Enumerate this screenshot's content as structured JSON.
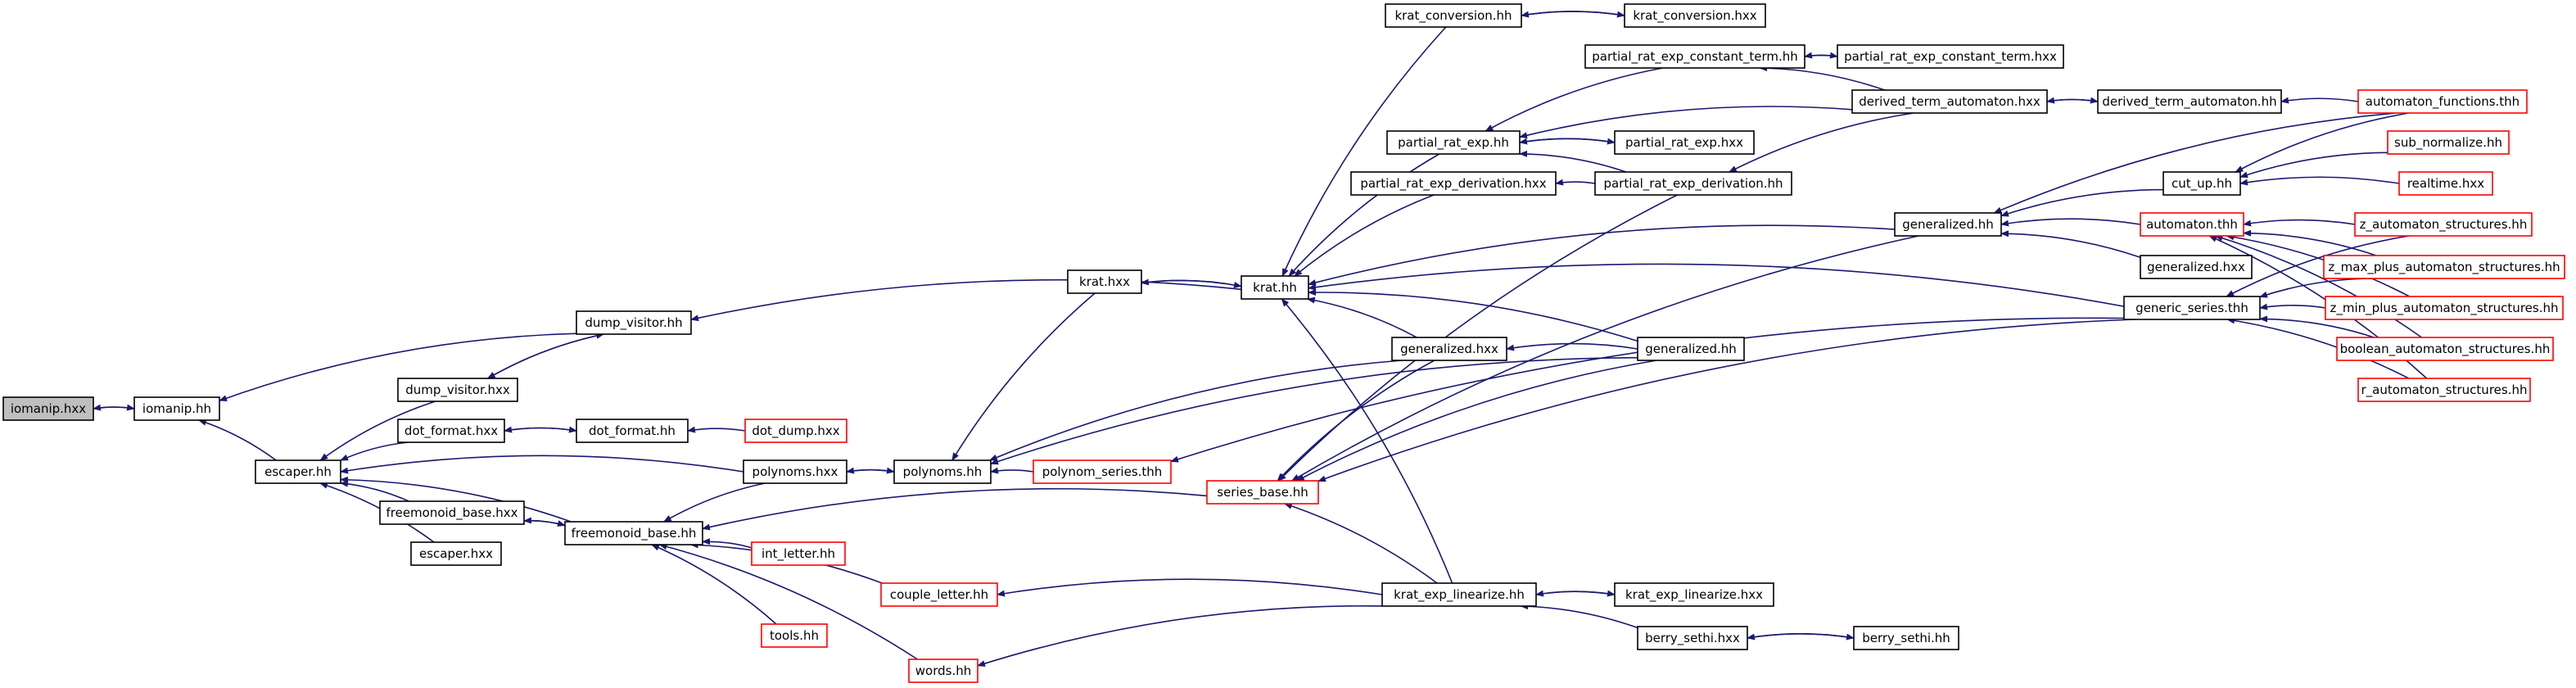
{
  "colors": {
    "edge": "#191970",
    "box_normal": "#000000",
    "box_external": "#ff0000",
    "fill_normal": "#ffffff",
    "fill_highlight": "#bfbfbf"
  },
  "nodes": [
    {
      "id": "n_iomanip_hxx",
      "label": "iomanip.hxx",
      "style": "highlight"
    },
    {
      "id": "n_iomanip_hh",
      "label": "iomanip.hh",
      "style": "normal"
    },
    {
      "id": "n_escaper_hh",
      "label": "escaper.hh",
      "style": "normal"
    },
    {
      "id": "n_dump_visitor_hxx",
      "label": "dump_visitor.hxx",
      "style": "normal"
    },
    {
      "id": "n_dump_visitor_hh",
      "label": "dump_visitor.hh",
      "style": "normal"
    },
    {
      "id": "n_dot_format_hxx",
      "label": "dot_format.hxx",
      "style": "normal"
    },
    {
      "id": "n_dot_format_hh",
      "label": "dot_format.hh",
      "style": "normal"
    },
    {
      "id": "n_dot_dump_hxx",
      "label": "dot_dump.hxx",
      "style": "external"
    },
    {
      "id": "n_freemonoid_base_hxx",
      "label": "freemonoid_base.hxx",
      "style": "normal"
    },
    {
      "id": "n_freemonoid_base_hh",
      "label": "freemonoid_base.hh",
      "style": "normal"
    },
    {
      "id": "n_escaper_hxx",
      "label": "escaper.hxx",
      "style": "normal"
    },
    {
      "id": "n_int_letter_hh",
      "label": "int_letter.hh",
      "style": "external"
    },
    {
      "id": "n_couple_letter_hh",
      "label": "couple_letter.hh",
      "style": "external"
    },
    {
      "id": "n_tools_hh",
      "label": "tools.hh",
      "style": "external"
    },
    {
      "id": "n_words_hh",
      "label": "words.hh",
      "style": "external"
    },
    {
      "id": "n_polynoms_hxx",
      "label": "polynoms.hxx",
      "style": "normal"
    },
    {
      "id": "n_polynoms_hh",
      "label": "polynoms.hh",
      "style": "normal"
    },
    {
      "id": "n_polynom_series_thh",
      "label": "polynom_series.thh",
      "style": "external"
    },
    {
      "id": "n_krat_hxx",
      "label": "krat.hxx",
      "style": "normal"
    },
    {
      "id": "n_krat_hh",
      "label": "krat.hh",
      "style": "normal"
    },
    {
      "id": "n_series_base_hh",
      "label": "series_base.hh",
      "style": "external"
    },
    {
      "id": "n_krat_conversion_hh",
      "label": "krat_conversion.hh",
      "style": "normal"
    },
    {
      "id": "n_krat_conversion_hxx",
      "label": "krat_conversion.hxx",
      "style": "normal"
    },
    {
      "id": "n_partial_rat_exp_hh",
      "label": "partial_rat_exp.hh",
      "style": "normal"
    },
    {
      "id": "n_partial_rat_exp_derivation_hxx",
      "label": "partial_rat_exp_derivation.hxx",
      "style": "normal"
    },
    {
      "id": "n_generalized_hxx_mid",
      "label": "generalized.hxx",
      "style": "normal"
    },
    {
      "id": "n_krat_exp_linearize_hh",
      "label": "krat_exp_linearize.hh",
      "style": "normal"
    },
    {
      "id": "n_partial_rat_exp_constant_term_hh",
      "label": "partial_rat_exp_constant_term.hh",
      "style": "normal"
    },
    {
      "id": "n_partial_rat_exp_hxx",
      "label": "partial_rat_exp.hxx",
      "style": "normal"
    },
    {
      "id": "n_partial_rat_exp_derivation_hh",
      "label": "partial_rat_exp_derivation.hh",
      "style": "normal"
    },
    {
      "id": "n_generalized_hh_mid",
      "label": "generalized.hh",
      "style": "normal"
    },
    {
      "id": "n_krat_exp_linearize_hxx",
      "label": "krat_exp_linearize.hxx",
      "style": "normal"
    },
    {
      "id": "n_berry_sethi_hxx",
      "label": "berry_sethi.hxx",
      "style": "normal"
    },
    {
      "id": "n_berry_sethi_hh",
      "label": "berry_sethi.hh",
      "style": "normal"
    },
    {
      "id": "n_partial_rat_exp_constant_term_hxx",
      "label": "partial_rat_exp_constant_term.hxx",
      "style": "normal"
    },
    {
      "id": "n_derived_term_automaton_hxx",
      "label": "derived_term_automaton.hxx",
      "style": "normal"
    },
    {
      "id": "n_derived_term_automaton_hh",
      "label": "derived_term_automaton.hh",
      "style": "normal"
    },
    {
      "id": "n_generalized_hh_right",
      "label": "generalized.hh",
      "style": "normal"
    },
    {
      "id": "n_generalized_hxx_right",
      "label": "generalized.hxx",
      "style": "normal"
    },
    {
      "id": "n_generic_series_thh",
      "label": "generic_series.thh",
      "style": "normal"
    },
    {
      "id": "n_cut_up_hh",
      "label": "cut_up.hh",
      "style": "normal"
    },
    {
      "id": "n_automaton_thh",
      "label": "automaton.thh",
      "style": "external"
    },
    {
      "id": "n_automaton_functions_thh",
      "label": "automaton_functions.thh",
      "style": "external"
    },
    {
      "id": "n_sub_normalize_hh",
      "label": "sub_normalize.hh",
      "style": "external"
    },
    {
      "id": "n_realtime_hxx",
      "label": "realtime.hxx",
      "style": "external"
    },
    {
      "id": "n_z_automaton_structures_hh",
      "label": "z_automaton_structures.hh",
      "style": "external"
    },
    {
      "id": "n_z_max_plus_automaton_structures_hh",
      "label": "z_max_plus_automaton_structures.hh",
      "style": "external"
    },
    {
      "id": "n_z_min_plus_automaton_structures_hh",
      "label": "z_min_plus_automaton_structures.hh",
      "style": "external"
    },
    {
      "id": "n_boolean_automaton_structures_hh",
      "label": "boolean_automaton_structures.hh",
      "style": "external"
    },
    {
      "id": "n_r_automaton_structures_hh",
      "label": "r_automaton_structures.hh",
      "style": "external"
    }
  ],
  "edges": [
    [
      "n_iomanip_hh",
      "n_iomanip_hxx"
    ],
    [
      "n_iomanip_hxx",
      "n_iomanip_hh"
    ],
    [
      "n_escaper_hh",
      "n_iomanip_hh"
    ],
    [
      "n_dump_visitor_hh",
      "n_iomanip_hh"
    ],
    [
      "n_dump_visitor_hxx",
      "n_escaper_hh"
    ],
    [
      "n_dot_format_hxx",
      "n_escaper_hh"
    ],
    [
      "n_polynoms_hxx",
      "n_escaper_hh"
    ],
    [
      "n_freemonoid_base_hxx",
      "n_escaper_hh"
    ],
    [
      "n_freemonoid_base_hh",
      "n_escaper_hh"
    ],
    [
      "n_escaper_hxx",
      "n_escaper_hh"
    ],
    [
      "n_dump_visitor_hh",
      "n_dump_visitor_hxx"
    ],
    [
      "n_dump_visitor_hxx",
      "n_dump_visitor_hh"
    ],
    [
      "n_krat_hh",
      "n_dump_visitor_hh"
    ],
    [
      "n_dot_format_hh",
      "n_dot_format_hxx"
    ],
    [
      "n_dot_format_hxx",
      "n_dot_format_hh"
    ],
    [
      "n_dot_dump_hxx",
      "n_dot_format_hh"
    ],
    [
      "n_freemonoid_base_hh",
      "n_freemonoid_base_hxx"
    ],
    [
      "n_freemonoid_base_hxx",
      "n_freemonoid_base_hh"
    ],
    [
      "n_series_base_hh",
      "n_freemonoid_base_hh"
    ],
    [
      "n_polynoms_hxx",
      "n_freemonoid_base_hh"
    ],
    [
      "n_int_letter_hh",
      "n_freemonoid_base_hh"
    ],
    [
      "n_couple_letter_hh",
      "n_freemonoid_base_hh"
    ],
    [
      "n_tools_hh",
      "n_freemonoid_base_hh"
    ],
    [
      "n_words_hh",
      "n_freemonoid_base_hh"
    ],
    [
      "n_polynoms_hh",
      "n_polynoms_hxx"
    ],
    [
      "n_polynoms_hxx",
      "n_polynoms_hh"
    ],
    [
      "n_krat_hxx",
      "n_polynoms_hh"
    ],
    [
      "n_generalized_hxx_mid",
      "n_polynoms_hh"
    ],
    [
      "n_generalized_hh_mid",
      "n_polynoms_hh"
    ],
    [
      "n_polynom_series_thh",
      "n_polynoms_hh"
    ],
    [
      "n_generic_series_thh",
      "n_polynom_series_thh"
    ],
    [
      "n_krat_hh",
      "n_krat_hxx"
    ],
    [
      "n_krat_hxx",
      "n_krat_hh"
    ],
    [
      "n_krat_conversion_hh",
      "n_krat_hh"
    ],
    [
      "n_partial_rat_exp_hh",
      "n_krat_hh"
    ],
    [
      "n_partial_rat_exp_derivation_hxx",
      "n_krat_hh"
    ],
    [
      "n_generalized_hxx_mid",
      "n_krat_hh"
    ],
    [
      "n_generalized_hh_mid",
      "n_krat_hh"
    ],
    [
      "n_generalized_hh_right",
      "n_krat_hh"
    ],
    [
      "n_generic_series_thh",
      "n_krat_hh"
    ],
    [
      "n_krat_exp_linearize_hh",
      "n_krat_hh"
    ],
    [
      "n_krat_conversion_hxx",
      "n_krat_conversion_hh"
    ],
    [
      "n_krat_conversion_hh",
      "n_krat_conversion_hxx"
    ],
    [
      "n_partial_rat_exp_constant_term_hh",
      "n_partial_rat_exp_hh"
    ],
    [
      "n_partial_rat_exp_hxx",
      "n_partial_rat_exp_hh"
    ],
    [
      "n_partial_rat_exp_derivation_hh",
      "n_partial_rat_exp_hh"
    ],
    [
      "n_derived_term_automaton_hxx",
      "n_partial_rat_exp_hh"
    ],
    [
      "n_partial_rat_exp_hh",
      "n_partial_rat_exp_hxx"
    ],
    [
      "n_partial_rat_exp_derivation_hh",
      "n_partial_rat_exp_derivation_hxx"
    ],
    [
      "n_partial_rat_exp_constant_term_hxx",
      "n_partial_rat_exp_constant_term_hh"
    ],
    [
      "n_partial_rat_exp_constant_term_hh",
      "n_partial_rat_exp_constant_term_hxx"
    ],
    [
      "n_derived_term_automaton_hxx",
      "n_partial_rat_exp_constant_term_hh"
    ],
    [
      "n_derived_term_automaton_hh",
      "n_derived_term_automaton_hxx"
    ],
    [
      "n_derived_term_automaton_hxx",
      "n_derived_term_automaton_hh"
    ],
    [
      "n_automaton_functions_thh",
      "n_derived_term_automaton_hh"
    ],
    [
      "n_derived_term_automaton_hxx",
      "n_partial_rat_exp_derivation_hh"
    ],
    [
      "n_generalized_hh_mid",
      "n_generalized_hxx_mid"
    ],
    [
      "n_generalized_hxx_right",
      "n_generalized_hh_right"
    ],
    [
      "n_cut_up_hh",
      "n_generalized_hh_right"
    ],
    [
      "n_automaton_thh",
      "n_generalized_hh_right"
    ],
    [
      "n_automaton_functions_thh",
      "n_generalized_hh_right"
    ],
    [
      "n_generalized_hh_right",
      "n_series_base_hh"
    ],
    [
      "n_generalized_hh_mid",
      "n_series_base_hh"
    ],
    [
      "n_generalized_hxx_mid",
      "n_series_base_hh"
    ],
    [
      "n_partial_rat_exp_derivation_hh",
      "n_series_base_hh"
    ],
    [
      "n_generic_series_thh",
      "n_series_base_hh"
    ],
    [
      "n_krat_exp_linearize_hh",
      "n_series_base_hh"
    ],
    [
      "n_krat_exp_linearize_hh",
      "n_couple_letter_hh"
    ],
    [
      "n_krat_exp_linearize_hxx",
      "n_krat_exp_linearize_hh"
    ],
    [
      "n_krat_exp_linearize_hh",
      "n_krat_exp_linearize_hxx"
    ],
    [
      "n_berry_sethi_hxx",
      "n_krat_exp_linearize_hh"
    ],
    [
      "n_berry_sethi_hh",
      "n_berry_sethi_hxx"
    ],
    [
      "n_berry_sethi_hxx",
      "n_berry_sethi_hh"
    ],
    [
      "n_krat_exp_linearize_hh",
      "n_words_hh"
    ],
    [
      "n_sub_normalize_hh",
      "n_cut_up_hh"
    ],
    [
      "n_realtime_hxx",
      "n_cut_up_hh"
    ],
    [
      "n_automaton_functions_thh",
      "n_cut_up_hh"
    ],
    [
      "n_z_automaton_structures_hh",
      "n_automaton_thh"
    ],
    [
      "n_z_max_plus_automaton_structures_hh",
      "n_automaton_thh"
    ],
    [
      "n_z_min_plus_automaton_structures_hh",
      "n_automaton_thh"
    ],
    [
      "n_boolean_automaton_structures_hh",
      "n_automaton_thh"
    ],
    [
      "n_r_automaton_structures_hh",
      "n_automaton_thh"
    ],
    [
      "n_z_automaton_structures_hh",
      "n_generic_series_thh"
    ],
    [
      "n_z_max_plus_automaton_structures_hh",
      "n_generic_series_thh"
    ],
    [
      "n_z_min_plus_automaton_structures_hh",
      "n_generic_series_thh"
    ],
    [
      "n_boolean_automaton_structures_hh",
      "n_generic_series_thh"
    ],
    [
      "n_r_automaton_structures_hh",
      "n_generic_series_thh"
    ]
  ]
}
